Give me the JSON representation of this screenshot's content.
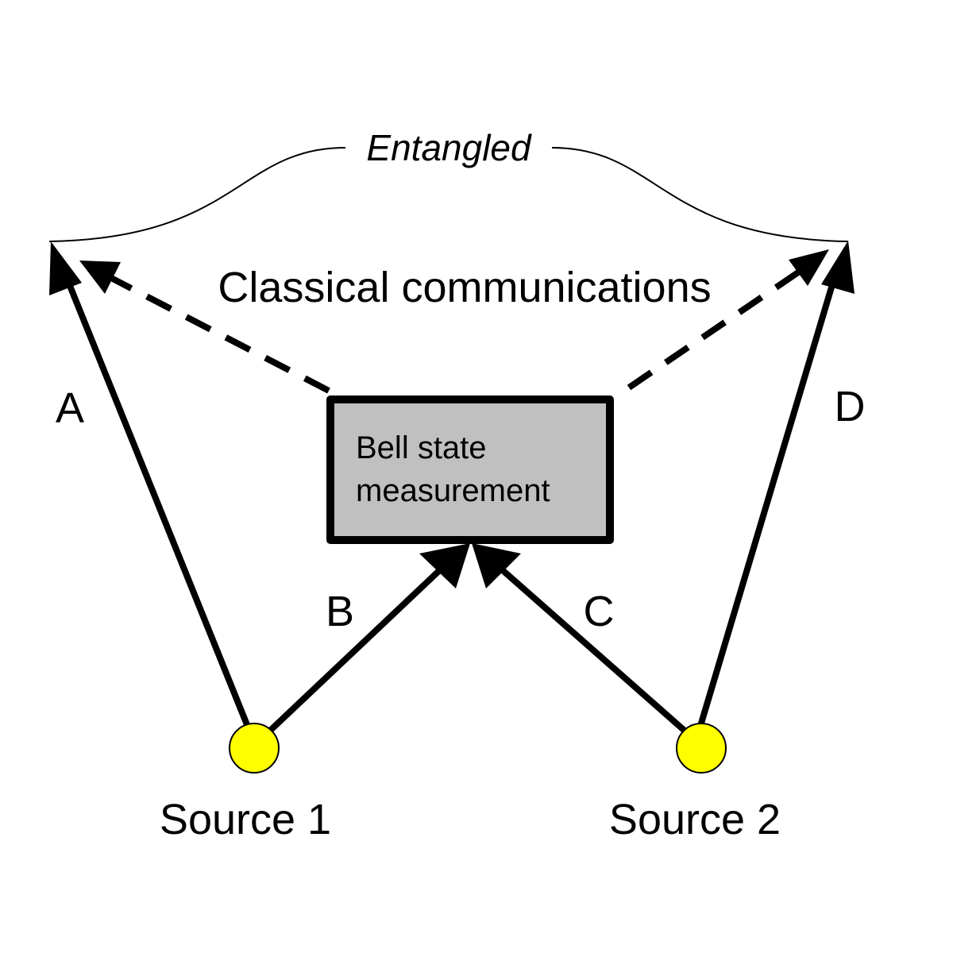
{
  "labels": {
    "entangled": "Entangled",
    "classical": "Classical communications",
    "path_a": "A",
    "path_b": "B",
    "path_c": "C",
    "path_d": "D",
    "bsm_line1": "Bell state",
    "bsm_line2": "measurement",
    "source1": "Source 1",
    "source2": "Source 2"
  },
  "colors": {
    "source_fill": "#ffff00",
    "box_fill": "#c0c0c0",
    "stroke": "#000000"
  }
}
